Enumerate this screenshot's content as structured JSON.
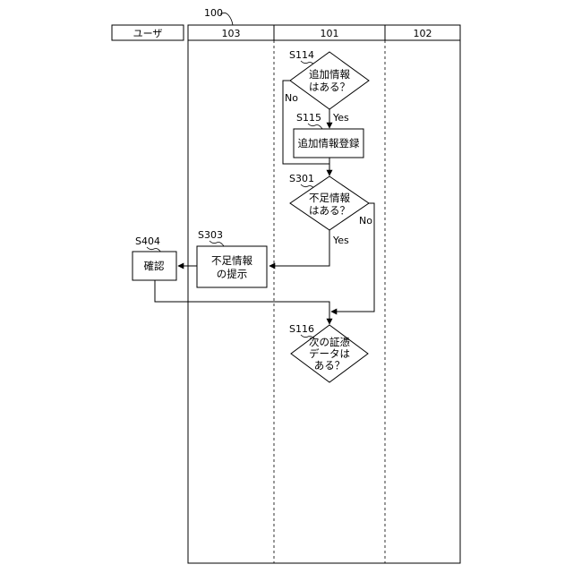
{
  "figure": {
    "ref": "100"
  },
  "lanes": {
    "user": "ユーザ",
    "l103": "103",
    "l101": "101",
    "l102": "102"
  },
  "steps": {
    "s114": {
      "ref": "S114",
      "line1": "追加情報",
      "line2": "はある？"
    },
    "s115": {
      "ref": "S115",
      "text": "追加情報登録"
    },
    "s301": {
      "ref": "S301",
      "line1": "不足情報",
      "line2": "はある？"
    },
    "s303": {
      "ref": "S303",
      "line1": "不足情報",
      "line2": "の提示"
    },
    "s404": {
      "ref": "S404",
      "text": "確認"
    },
    "s116": {
      "ref": "S116",
      "line1": "次の証憑",
      "line2": "データは",
      "line3": "ある？"
    }
  },
  "edges": {
    "s114_no": "No",
    "s114_yes": "Yes",
    "s301_no": "No",
    "s301_yes": "Yes"
  }
}
